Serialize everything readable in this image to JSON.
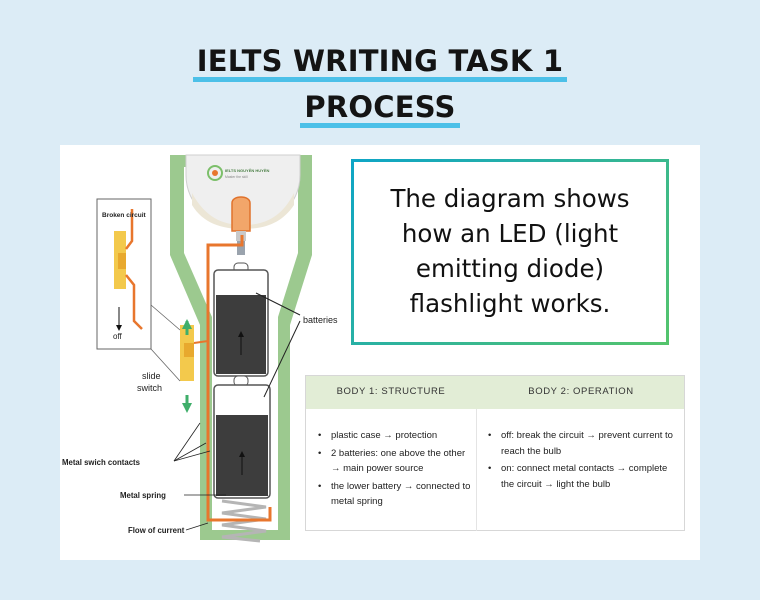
{
  "title": {
    "line1": "IELTS WRITING TASK 1",
    "line2": "PROCESS"
  },
  "summary": "The diagram shows how an LED (light emitting diode) flashlight works.",
  "diagram": {
    "inset_label": "Broken circuit",
    "inset_off": "off",
    "slide_switch": "slide switch",
    "batteries": "batteries",
    "metal_contacts": "Metal swich contacts",
    "metal_spring": "Metal spring",
    "flow": "Flow of current",
    "logo_text": "IELTS NGUYỄN HUYỀN",
    "logo_subtext": "Master the skill"
  },
  "table": {
    "headers": [
      "BODY 1: STRUCTURE",
      "BODY 2: OPERATION"
    ],
    "body1": [
      "plastic case → protection",
      "2 batteries: one above the other → main power source",
      "the lower battery → connected to metal spring"
    ],
    "body2": [
      "off: break the circuit → prevent current to reach the bulb",
      "on: connect metal contacts → complete the circuit → light the bulb"
    ]
  },
  "colors": {
    "background": "#dcecf6",
    "accent": "#4cc0e8",
    "case": "#9cc98f",
    "wire": "#e8762d",
    "battery": "#3d3d3d"
  }
}
